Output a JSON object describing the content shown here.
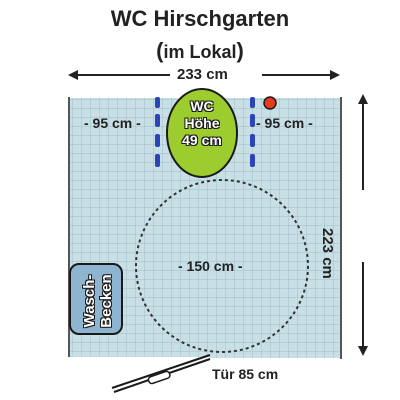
{
  "title": "WC Hirschgarten",
  "subtitle": {
    "open": "(",
    "text": "im Lokal",
    "close": ")"
  },
  "dimensions": {
    "width": "233 cm",
    "depth": "223 cm",
    "space_left": "- 95 cm -",
    "space_right": "- 95 cm -",
    "turning_circle": "- 150 cm -",
    "door": "Tür 85 cm"
  },
  "toilet": {
    "line1": "WC",
    "line2": "Höhe",
    "line3": "49 cm"
  },
  "sink": {
    "line1": "Wasch-",
    "line2": "Becken"
  },
  "colors": {
    "floor": "#c8dfe5",
    "tile_grid": "#9fbfca",
    "toilet": "#9ccc2e",
    "grab_bars": "#2b44b8",
    "button": "#e53b1f",
    "sink": "#8fb4cf"
  },
  "icons": [
    "toilet-icon",
    "alarm-button-icon",
    "grab-bar-icon",
    "door-icon"
  ]
}
